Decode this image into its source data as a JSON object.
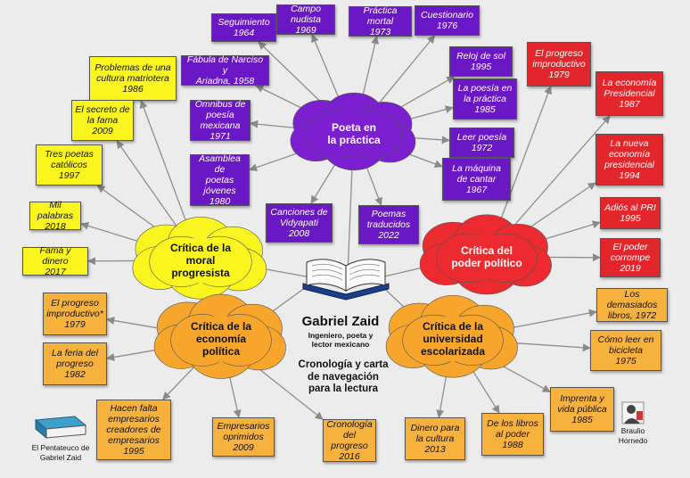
{
  "center": {
    "title": "Gabriel Zaid",
    "subtitle": [
      "Ingeniero, poeta y",
      "lector mexicano"
    ],
    "caption": [
      "Cronología y carta",
      "de navegación",
      "para la lectura"
    ]
  },
  "hubs": {
    "poeta": [
      "Poeta en",
      "la práctica"
    ],
    "moral": [
      "Crítica de la",
      "moral",
      "progresista"
    ],
    "poder": [
      "Crítica del",
      "poder político"
    ],
    "economia": [
      "Crítica de la",
      "economía",
      "política"
    ],
    "universidad": [
      "Crítica de la",
      "universidad",
      "escolarizada"
    ]
  },
  "colors": {
    "purple": "#6a18c6",
    "red": "#e2262b",
    "yellow": "#fbf51f",
    "orange": "#f7b13d",
    "hub_purple": "#7b1fd1",
    "hub_red": "#ec2a30",
    "hub_yellow": "#fbf51f",
    "hub_orange": "#f8a52c"
  },
  "poeta_books": [
    {
      "title": [
        "Seguimiento"
      ],
      "year": "1964"
    },
    {
      "title": [
        "Campo nudista"
      ],
      "year": "1969"
    },
    {
      "title": [
        "Práctica mortal"
      ],
      "year": "1973"
    },
    {
      "title": [
        "Cuestionario"
      ],
      "year": "1976"
    },
    {
      "title": [
        "Fábula de Narciso y",
        "Ariadna, 1958"
      ],
      "year": ""
    },
    {
      "title": [
        "Reloj de sol"
      ],
      "year": "1995"
    },
    {
      "title": [
        "Ómnibus de",
        "poesía",
        "mexicana"
      ],
      "year": "1971"
    },
    {
      "title": [
        "La poesía en",
        "la práctica"
      ],
      "year": "1985"
    },
    {
      "title": [
        "Leer poesía"
      ],
      "year": "1972"
    },
    {
      "title": [
        "Asamblea de",
        "poetas",
        "jóvenes"
      ],
      "year": "1980"
    },
    {
      "title": [
        "La máquina",
        "de cantar"
      ],
      "year": "1967"
    },
    {
      "title": [
        "Canciones de",
        "Vidyapati"
      ],
      "year": "2008"
    },
    {
      "title": [
        "Poemas",
        "traducidos"
      ],
      "year": "2022"
    }
  ],
  "poder_books": [
    {
      "title": [
        "El progreso",
        "improductivo"
      ],
      "year": "1979"
    },
    {
      "title": [
        "La economía",
        "Presidencial"
      ],
      "year": "1987"
    },
    {
      "title": [
        "La nueva",
        "economía",
        "presidencial"
      ],
      "year": "1994"
    },
    {
      "title": [
        "Adiós al PRI"
      ],
      "year": "1995"
    },
    {
      "title": [
        "El poder",
        "corrompe"
      ],
      "year": "2019"
    }
  ],
  "moral_books": [
    {
      "title": [
        "Problemas de una",
        "cultura matriotera"
      ],
      "year": "1986"
    },
    {
      "title": [
        "El secreto de",
        "la fama"
      ],
      "year": "2009"
    },
    {
      "title": [
        "Tres poetas",
        "católicos"
      ],
      "year": "1997"
    },
    {
      "title": [
        "Mil palabras"
      ],
      "year": "2018"
    },
    {
      "title": [
        "Fama y dinero"
      ],
      "year": "2017"
    }
  ],
  "economia_books": [
    {
      "title": [
        "El progreso",
        "improductivo*"
      ],
      "year": "1979"
    },
    {
      "title": [
        "La feria del",
        "progreso"
      ],
      "year": "1982"
    },
    {
      "title": [
        "Hacen falta",
        "empresarios",
        "creadores de",
        "empresarios"
      ],
      "year": "1995"
    },
    {
      "title": [
        "Empresarios",
        "oprimidos"
      ],
      "year": "2009"
    },
    {
      "title": [
        "Cronología",
        "del progreso"
      ],
      "year": "2016"
    }
  ],
  "universidad_books": [
    {
      "title": [
        "Los demasiados",
        "libros, 1972"
      ],
      "year": ""
    },
    {
      "title": [
        "Cómo leer en",
        "bicicleta"
      ],
      "year": "1975"
    },
    {
      "title": [
        "Imprenta y",
        "vida pública"
      ],
      "year": "1985"
    },
    {
      "title": [
        "De los libros",
        "al poder"
      ],
      "year": "1988"
    },
    {
      "title": [
        "Dinero para",
        "la cultura"
      ],
      "year": "2013"
    }
  ],
  "corner_left": [
    "El Pentateuco de",
    "Gabriel Zaid"
  ],
  "corner_right": [
    "Braulio",
    "Hornedo"
  ]
}
